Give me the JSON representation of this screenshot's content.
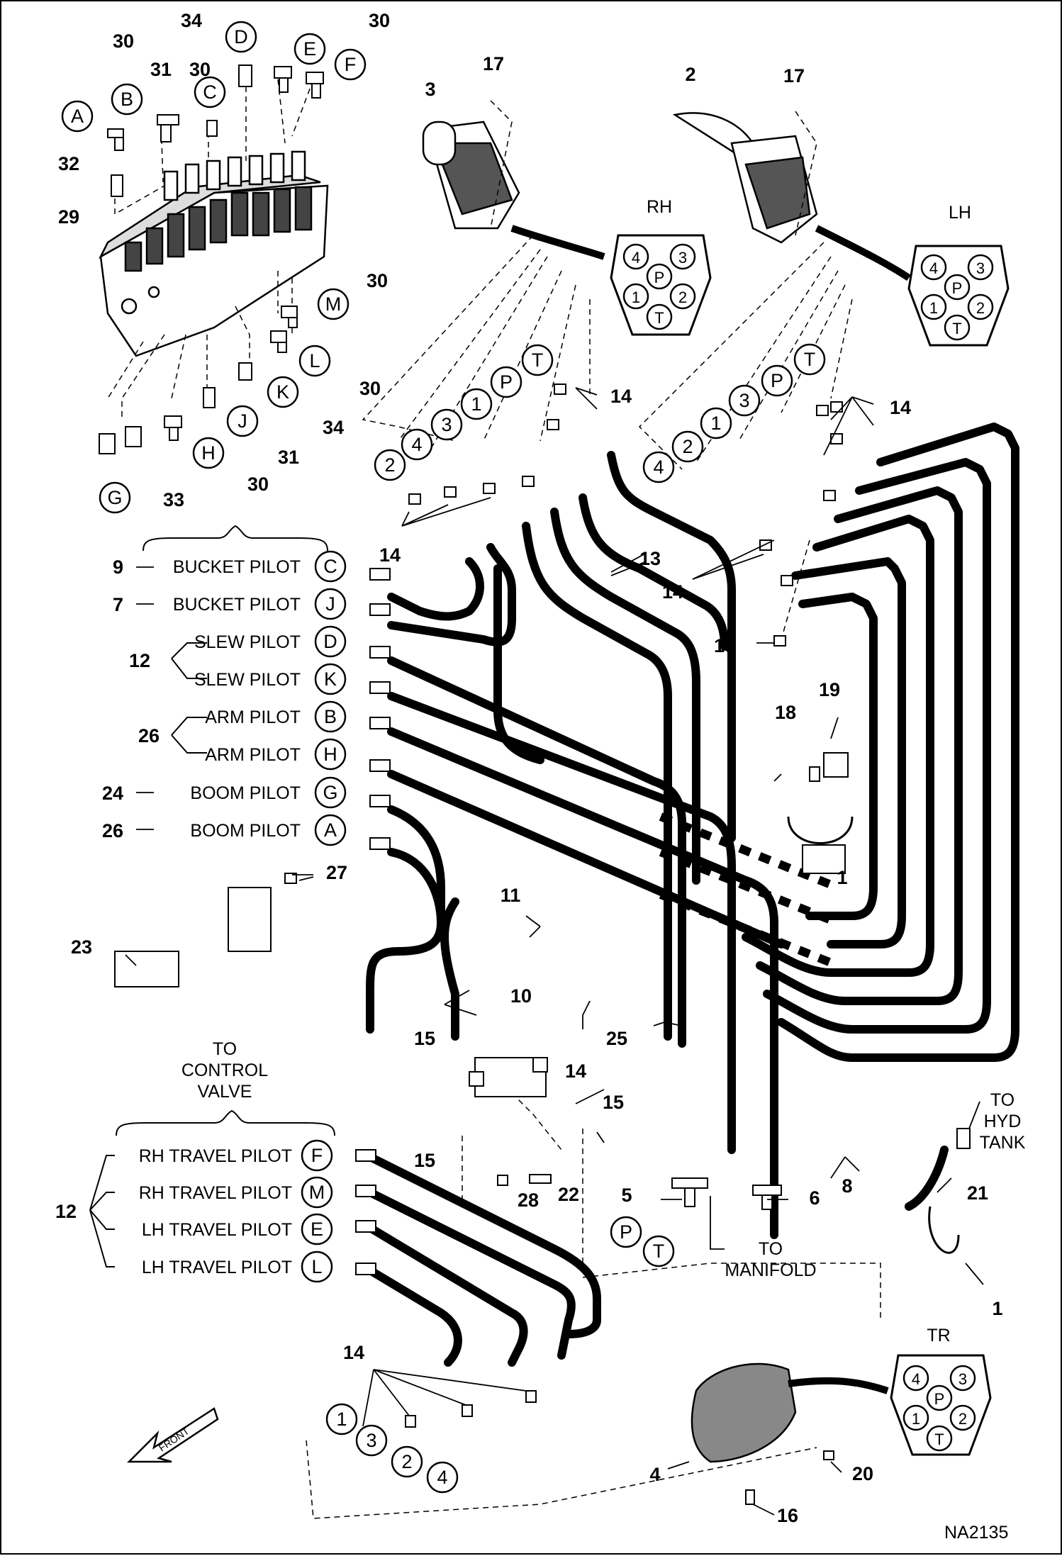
{
  "figure_id": "NA2135",
  "connector_labels": {
    "RH": "RH",
    "LH": "LH",
    "TR": "TR"
  },
  "connector_ports": [
    "4",
    "3",
    "P",
    "1",
    "2",
    "T"
  ],
  "valve_ports": {
    "A": "A",
    "B": "B",
    "C": "C",
    "D": "D",
    "E": "E",
    "F": "F",
    "G": "G",
    "H": "H",
    "J": "J",
    "K": "K",
    "L": "L",
    "M": "M"
  },
  "port_circles_top": [
    "2",
    "4",
    "3",
    "1",
    "P",
    "T"
  ],
  "port_circles_lh": [
    "4",
    "2",
    "1",
    "3",
    "P",
    "T"
  ],
  "port_circles_tr": [
    "1",
    "3",
    "2",
    "4"
  ],
  "pilot_lines": [
    {
      "num": "9",
      "label": "BUCKET PILOT",
      "port": "C"
    },
    {
      "num": "7",
      "label": "BUCKET PILOT",
      "port": "J"
    },
    {
      "num": "",
      "label": "SLEW PILOT",
      "port": "D"
    },
    {
      "num": "",
      "label": "SLEW PILOT",
      "port": "K"
    },
    {
      "num": "",
      "label": "ARM PILOT",
      "port": "B"
    },
    {
      "num": "",
      "label": "ARM PILOT",
      "port": "H"
    },
    {
      "num": "24",
      "label": "BOOM PILOT",
      "port": "G"
    },
    {
      "num": "26",
      "label": "BOOM PILOT",
      "port": "A"
    }
  ],
  "group_nums": {
    "slew": "12",
    "arm": "26",
    "travel": "12"
  },
  "travel_lines": [
    {
      "label": "RH TRAVEL PILOT",
      "port": "F"
    },
    {
      "label": "RH TRAVEL PILOT",
      "port": "M"
    },
    {
      "label": "LH TRAVEL PILOT",
      "port": "E"
    },
    {
      "label": "LH TRAVEL PILOT",
      "port": "L"
    }
  ],
  "to_control_valve": [
    "TO",
    "CONTROL",
    "VALVE"
  ],
  "to_hyd_tank": [
    "TO",
    "HYD",
    "TANK"
  ],
  "to_manifold": [
    "TO",
    "MANIFOLD"
  ],
  "pt_labels": {
    "P": "P",
    "T": "T"
  },
  "front_label": "FRONT",
  "callouts": {
    "n30a": "30",
    "n30b": "30",
    "n30c": "30",
    "n30d": "30",
    "n30e": "30",
    "n30f": "30",
    "n34a": "34",
    "n34b": "34",
    "n31a": "31",
    "n31b": "31",
    "n32": "32",
    "n29": "29",
    "n33": "33",
    "n17a": "17",
    "n17b": "17",
    "n3": "3",
    "n2": "2",
    "n14a": "14",
    "n14b": "14",
    "n14c": "14",
    "n14d": "14",
    "n14e": "14",
    "n14f": "14",
    "n13": "13",
    "n15a": "15",
    "n15b": "15",
    "n15c": "15",
    "n15d": "15",
    "n18": "18",
    "n19": "19",
    "n1a": "1",
    "n1b": "1",
    "n11": "11",
    "n10": "10",
    "n25": "25",
    "n27": "27",
    "n23": "23",
    "n5": "5",
    "n6": "6",
    "n8": "8",
    "n21": "21",
    "n22": "22",
    "n28": "28",
    "n4": "4",
    "n20": "20",
    "n16": "16"
  }
}
